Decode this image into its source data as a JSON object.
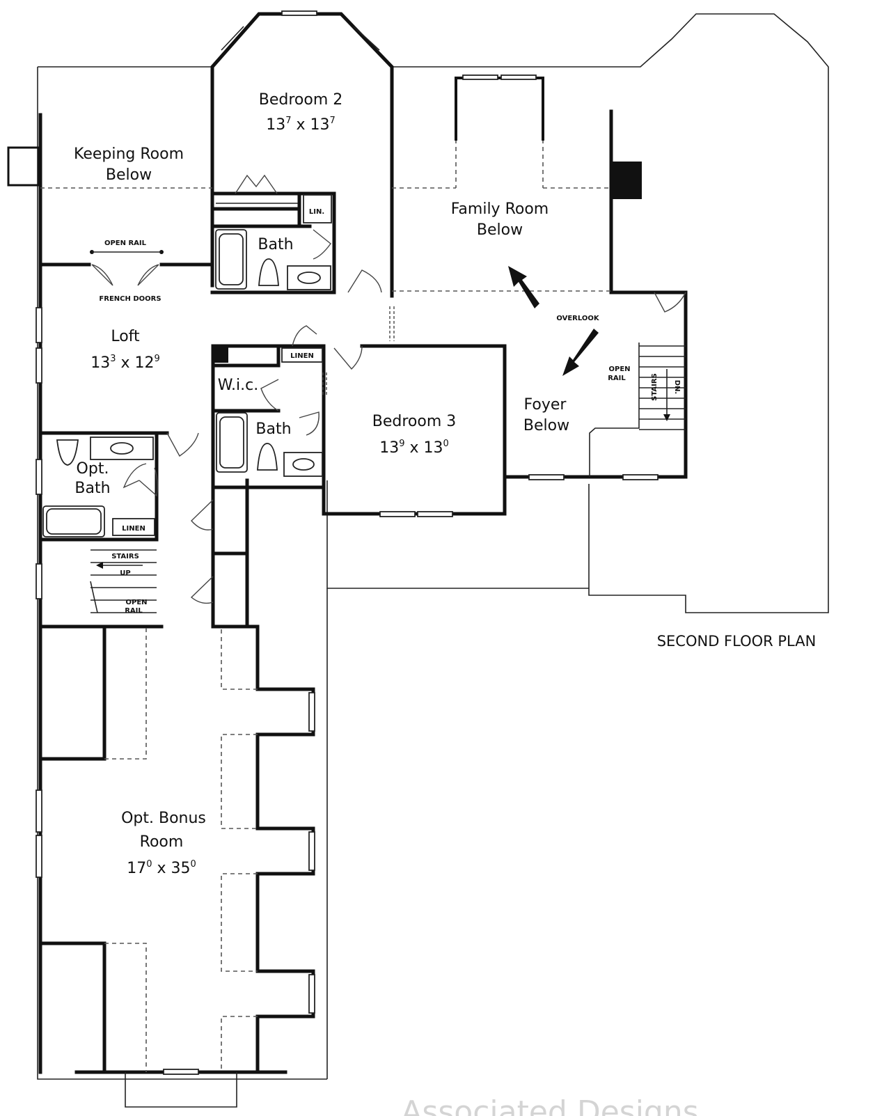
{
  "plan": {
    "caption": "SECOND FLOOR PLAN",
    "watermark": "Associated Designs"
  },
  "rooms": {
    "keeping_room": {
      "line1": "Keeping Room",
      "line2": "Below"
    },
    "bedroom2": {
      "name": "Bedroom 2",
      "d1": "13",
      "s1": "7",
      "x": "x",
      "d2": "13",
      "s2": "7"
    },
    "family_room": {
      "line1": "Family Room",
      "line2": "Below"
    },
    "bath_upper": {
      "name": "Bath"
    },
    "loft": {
      "name": "Loft",
      "d1": "13",
      "s1": "3",
      "x": "x",
      "d2": "12",
      "s2": "9"
    },
    "bath_mid": {
      "name": "Bath"
    },
    "wic": {
      "name": "W.i.c."
    },
    "bedroom3": {
      "name": "Bedroom 3",
      "d1": "13",
      "s1": "9",
      "x": "x",
      "d2": "13",
      "s2": "0"
    },
    "foyer": {
      "line1": "Foyer",
      "line2": "Below"
    },
    "opt_bath": {
      "line1": "Opt.",
      "line2": "Bath"
    },
    "bonus": {
      "line1": "Opt. Bonus",
      "line2": "Room",
      "d1": "17",
      "s1": "0",
      "x": "x",
      "d2": "35",
      "s2": "0"
    }
  },
  "labels": {
    "lin": "LIN.",
    "open_rail_top": "OPEN RAIL",
    "french_doors": "FRENCH DOORS",
    "overlook": "OVERLOOK",
    "linen_wic": "LINEN",
    "open_rail_foyer_1": "OPEN",
    "open_rail_foyer_2": "RAIL",
    "stairs_dn_1": "STAIRS",
    "stairs_dn_2": "DN.",
    "linen_bath": "LINEN",
    "stairs_up_1": "STAIRS",
    "stairs_up_2": "UP",
    "open_rail_low_1": "OPEN",
    "open_rail_low_2": "RAIL"
  }
}
